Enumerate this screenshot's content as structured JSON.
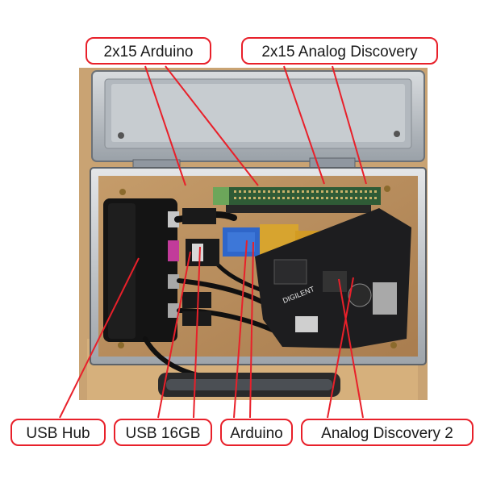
{
  "labels": {
    "arduino_header": "2x15 Arduino",
    "analog_header": "2x15 Analog Discovery",
    "usb_hub": "USB Hub",
    "usb_16gb": "USB 16GB",
    "arduino": "Arduino",
    "analog_discovery_2": "Analog Discovery 2"
  },
  "board_markings": {
    "brand": "DIGILENT"
  },
  "colors": {
    "callout_border": "#e8202a",
    "wood": "#c9a373",
    "aluminum": "#c8ccd0",
    "pcb": "#1d1d1f",
    "blue_board": "#2f66c9",
    "yellow_board": "#d9a62b"
  }
}
